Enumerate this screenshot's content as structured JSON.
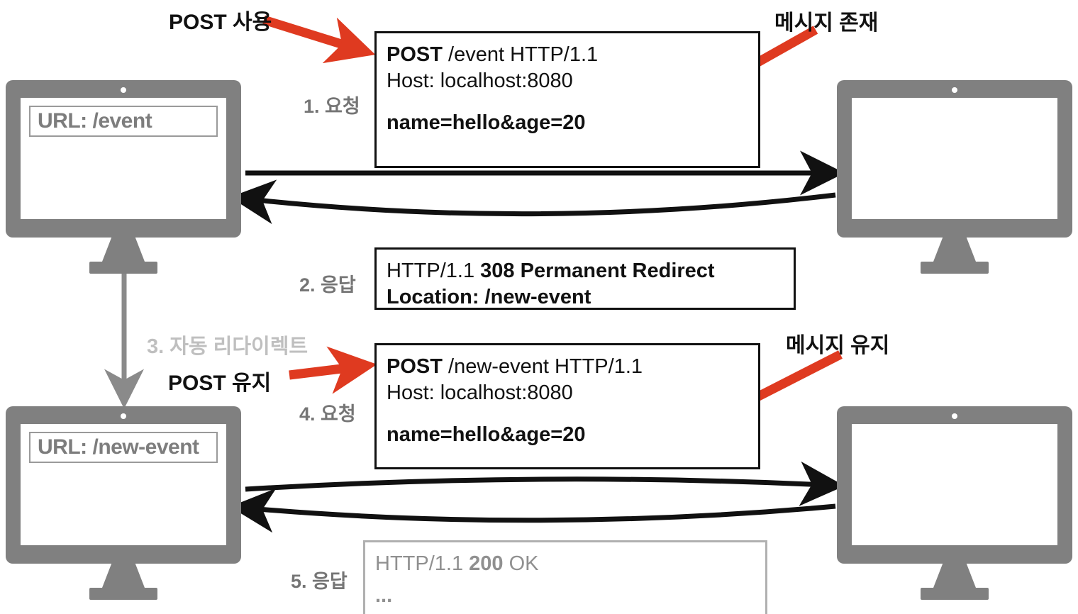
{
  "diagram": {
    "title": "HTTP 308 Permanent Redirect flow",
    "colors": {
      "accent_red": "#DF3A20",
      "device_gray": "#808080",
      "label_gray": "#757575",
      "faint_gray": "#bfbfbf",
      "ink_black": "#111111"
    }
  },
  "clients": [
    {
      "url_label": "URL: /event"
    },
    {
      "url_label": "URL: /new-event"
    }
  ],
  "servers": [
    {
      "label": ""
    },
    {
      "label": ""
    }
  ],
  "steps": [
    {
      "id": "step-1",
      "label": "1. 요청"
    },
    {
      "id": "step-2",
      "label": "2. 응답"
    },
    {
      "id": "step-3",
      "label": "3. 자동 리다이렉트"
    },
    {
      "id": "step-4",
      "label": "4. 요청"
    },
    {
      "id": "step-5",
      "label": "5. 응답"
    }
  ],
  "messages": {
    "request_1": {
      "method": "POST",
      "target_version": " /event HTTP/1.1",
      "host": "Host: localhost:8080",
      "body": "name=hello&age=20"
    },
    "response_1": {
      "version": "HTTP/1.1 ",
      "status": "308 Permanent Redirect",
      "location": "Location: /new-event"
    },
    "request_2": {
      "method": "POST",
      "target_version": " /new-event HTTP/1.1",
      "host": "Host: localhost:8080",
      "body": "name=hello&age=20"
    },
    "response_2": {
      "version": "HTTP/1.1 ",
      "status": "200",
      "status_text": " OK",
      "body": "..."
    }
  },
  "callouts": [
    {
      "id": "callout-post-use",
      "label": "POST 사용"
    },
    {
      "id": "callout-message-exists",
      "label": "메시지 존재"
    },
    {
      "id": "callout-post-kept",
      "label": "POST 유지"
    },
    {
      "id": "callout-message-kept",
      "label": "메시지 유지"
    }
  ]
}
